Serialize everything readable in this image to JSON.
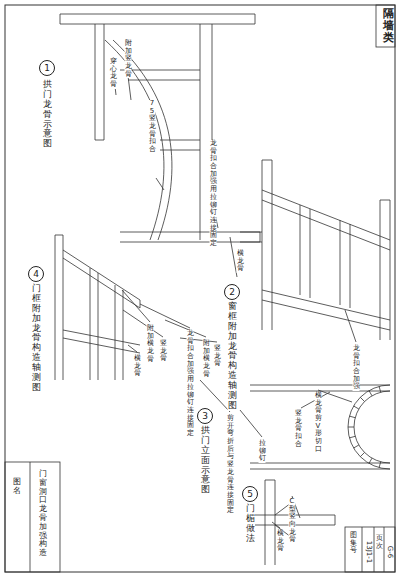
{
  "diagram": {
    "labels": [
      "隔墙类",
      "1",
      "拱门龙骨示意图",
      "穿心龙骨",
      "附加竖龙骨",
      "75竖龙骨扣合",
      "龙骨扣合加强用拉铆钉连接固定",
      "横龙骨",
      "2",
      "窗框附加龙骨构造轴测图",
      "龙骨扣合加强",
      "3",
      "拱门立面示意图",
      "竖龙骨扣合",
      "横龙骨剪V形切口",
      "4",
      "门框附加龙骨构造轴测图",
      "横龙骨",
      "附加横龙骨",
      "竖龙骨",
      "龙骨扣合加强用拉铆钉连接固定",
      "附加横龙骨",
      "竖龙骨",
      "剪开弯折后与竖龙骨连接固定",
      "拉铆钉",
      "5",
      "门楣做法",
      "C型竖向龙骨",
      "横龙骨",
      "图名",
      "门窗洞口龙骨加强构造",
      "图集号",
      "13J1-1",
      "页次",
      "G-6"
    ]
  }
}
